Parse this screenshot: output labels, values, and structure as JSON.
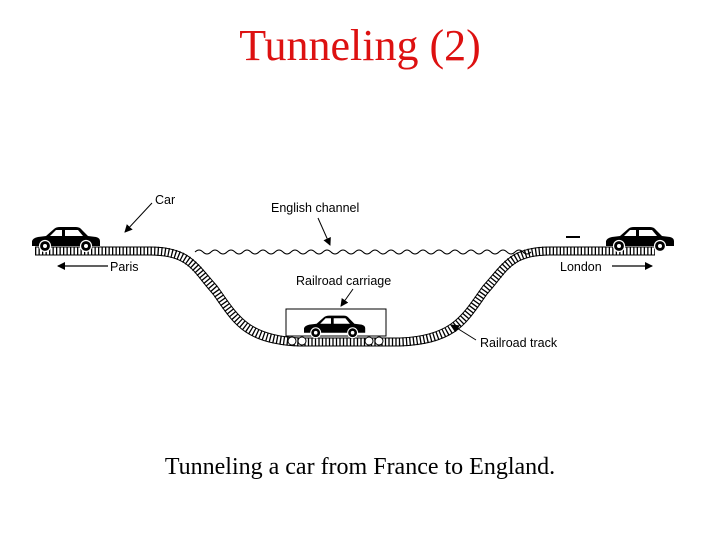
{
  "slide": {
    "title": "Tunneling (2)",
    "caption": "Tunneling a car from France to England."
  },
  "diagram": {
    "labels": {
      "car": "Car",
      "english_channel": "English channel",
      "paris": "Paris",
      "london": "London",
      "railroad_carriage": "Railroad carriage",
      "railroad_track": "Railroad track"
    },
    "colors": {
      "title": "#dd1111",
      "lines": "#000000"
    }
  }
}
